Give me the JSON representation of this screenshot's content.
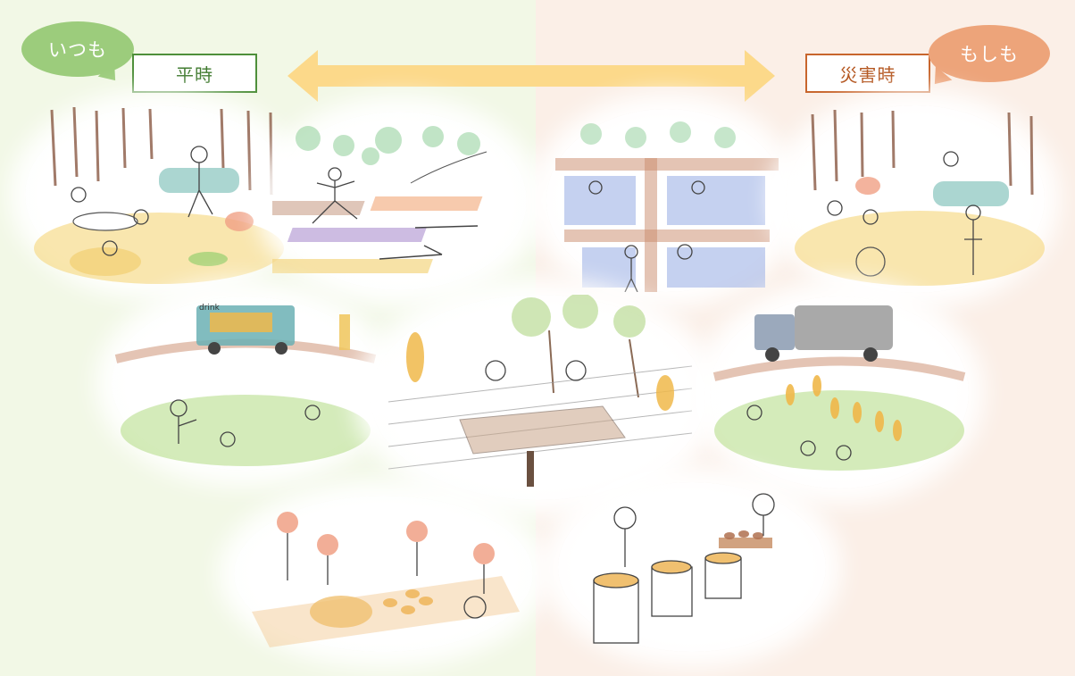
{
  "header": {
    "left_bubble": "いつも",
    "left_label": "平時",
    "right_bubble": "もしも",
    "right_label": "災害時"
  },
  "colors": {
    "normal_background": "#f2f8e6",
    "disaster_background": "#fbefe7",
    "normal_accent": "#4e8f3a",
    "disaster_accent": "#c8652c",
    "arrow": "#fcd98a"
  },
  "scenes": {
    "food_truck_sign": "drink"
  }
}
